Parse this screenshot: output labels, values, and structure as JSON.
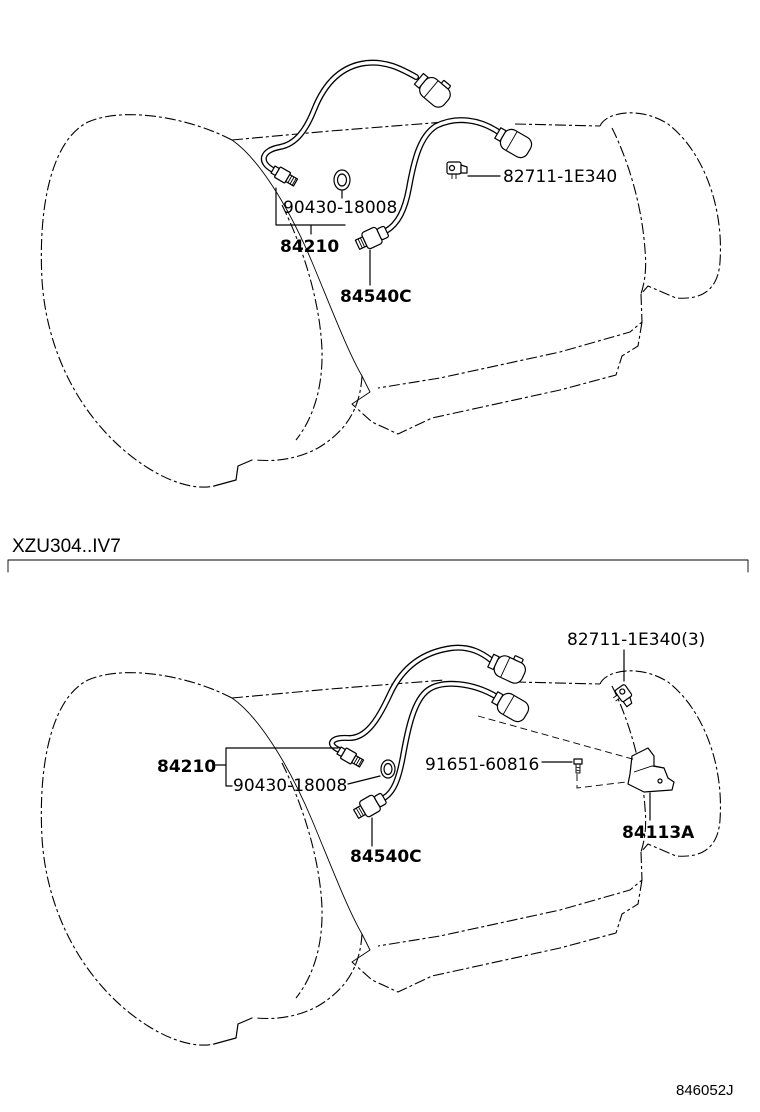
{
  "section_top": {
    "labels": {
      "connector_part": "82711-1E340",
      "gasket_part": "90430-18008",
      "switch_part": "84210",
      "sensor_part": "84540C"
    }
  },
  "variant_header": "XZU304..IV7",
  "section_bottom": {
    "labels": {
      "connector_part": "82711-1E340(3)",
      "switch_part": "84210",
      "gasket_part": "90430-18008",
      "bolt_part": "91651-60816",
      "sensor_part": "84540C",
      "bracket_part": "84113A"
    }
  },
  "illustration_code": "846052J",
  "colors": {
    "line": "#000000",
    "background": "#ffffff"
  }
}
